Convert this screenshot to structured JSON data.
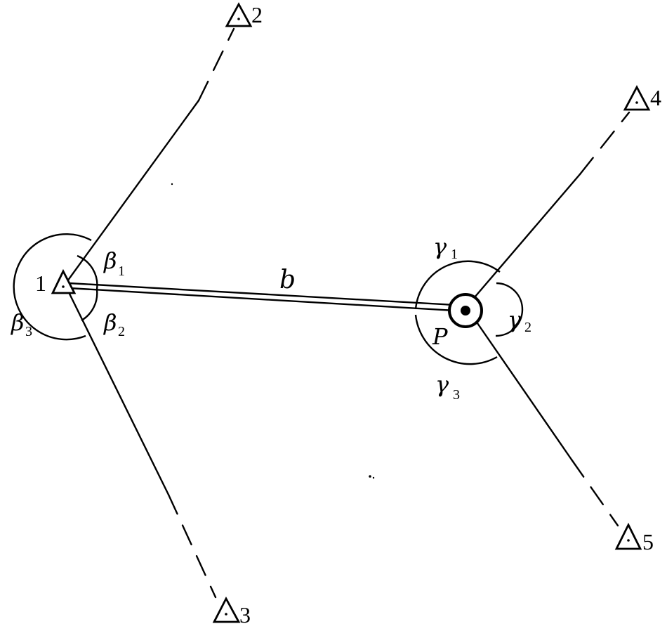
{
  "stations": {
    "s1": {
      "label": "1"
    },
    "s2": {
      "label": "2"
    },
    "s3": {
      "label": "3"
    },
    "s4": {
      "label": "4"
    },
    "s5": {
      "label": "5"
    },
    "p": {
      "label": "P"
    }
  },
  "baseline": {
    "label": "b"
  },
  "angles": {
    "beta_symbol": "β",
    "gamma_symbol": "γ",
    "beta1": "1",
    "beta2": "2",
    "beta3": "3",
    "gamma1": "1",
    "gamma2": "2",
    "gamma3": "3"
  },
  "colors": {
    "ink": "#000000",
    "paper": "#ffffff"
  }
}
